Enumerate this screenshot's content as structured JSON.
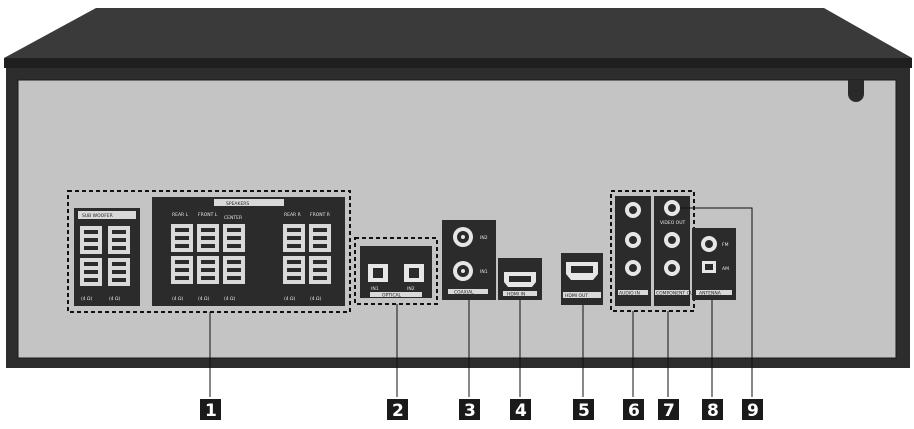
{
  "callouts": [
    "1",
    "2",
    "3",
    "4",
    "5",
    "6",
    "7",
    "8",
    "9"
  ],
  "panel_labels": {
    "subwoofer": "SUB WOOFER",
    "speakers": "SPEAKERS",
    "rear_l": "REAR L",
    "front_l": "FRONT L",
    "center": "CENTER",
    "rear_r": "REAR R",
    "front_r": "FRONT R",
    "impedance_sub1": "(4 Ω)",
    "impedance_sub2": "(4 Ω)",
    "impedance_1": "(4 Ω)",
    "impedance_2": "(4 Ω)",
    "impedance_3": "(4 Ω)",
    "impedance_4": "(4 Ω)",
    "impedance_5": "(4 Ω)",
    "optical_1": "IN1",
    "optical_2": "IN2",
    "optical": "OPTICAL",
    "coaxial": "COAXIAL",
    "coax_in2": "IN2",
    "coax_in1": "IN1",
    "hdmi_in": "HDMI IN",
    "hdmi_out": "HDMI OUT",
    "audio_in": "AUDIO IN",
    "component_out": "COMPONENT OUT",
    "video_out": "VIDEO OUT",
    "fm": "FM",
    "am": "AM",
    "antenna": "ANTENNA"
  },
  "colors": {
    "cabinet": "#2d2d2d",
    "panel": "#c4c4c4",
    "terminal": "#2a2a2a",
    "callout": "#1a1a1a"
  }
}
